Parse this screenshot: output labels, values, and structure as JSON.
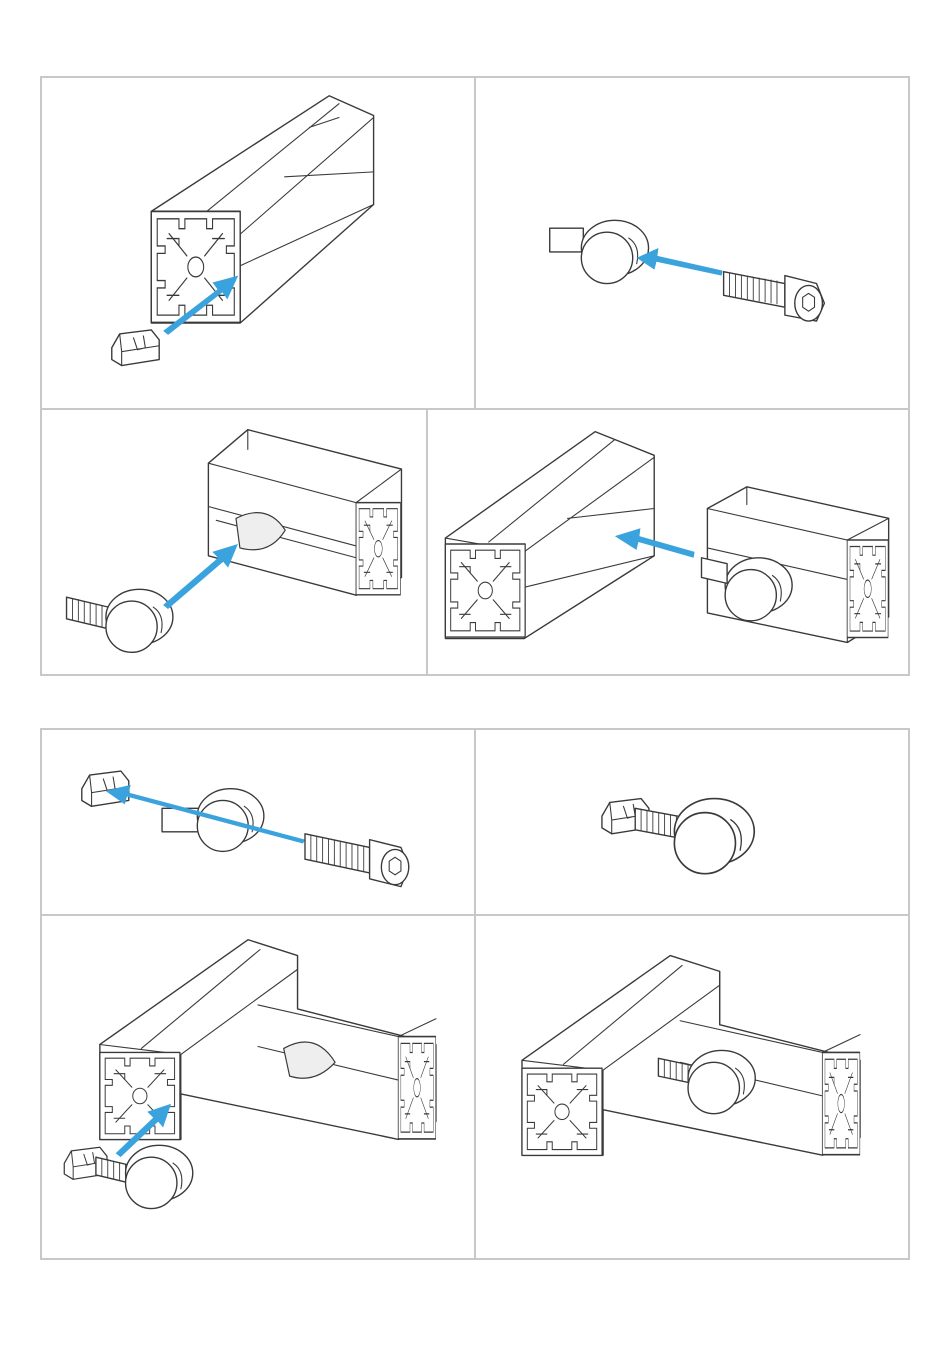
{
  "arrow_color": "#3aa3dd",
  "line_color": "#3a3a3a",
  "panel_border_color": "#c8c8c8",
  "steps": [
    {
      "id": "step-1",
      "depicts": "t-nut-insert-into-profile-slot"
    },
    {
      "id": "step-2",
      "depicts": "screw-insert-into-cylinder-fastener"
    },
    {
      "id": "step-3",
      "depicts": "fastener-into-profile-bore"
    },
    {
      "id": "step-4",
      "depicts": "profile-joined-to-profile"
    },
    {
      "id": "step-5",
      "depicts": "screw-through-cylinder-into-t-nut"
    },
    {
      "id": "step-6",
      "depicts": "assembled-cylinder-fastener"
    },
    {
      "id": "step-7",
      "depicts": "fastener-into-corner-profile"
    },
    {
      "id": "step-8",
      "depicts": "finished-corner-joint"
    }
  ]
}
